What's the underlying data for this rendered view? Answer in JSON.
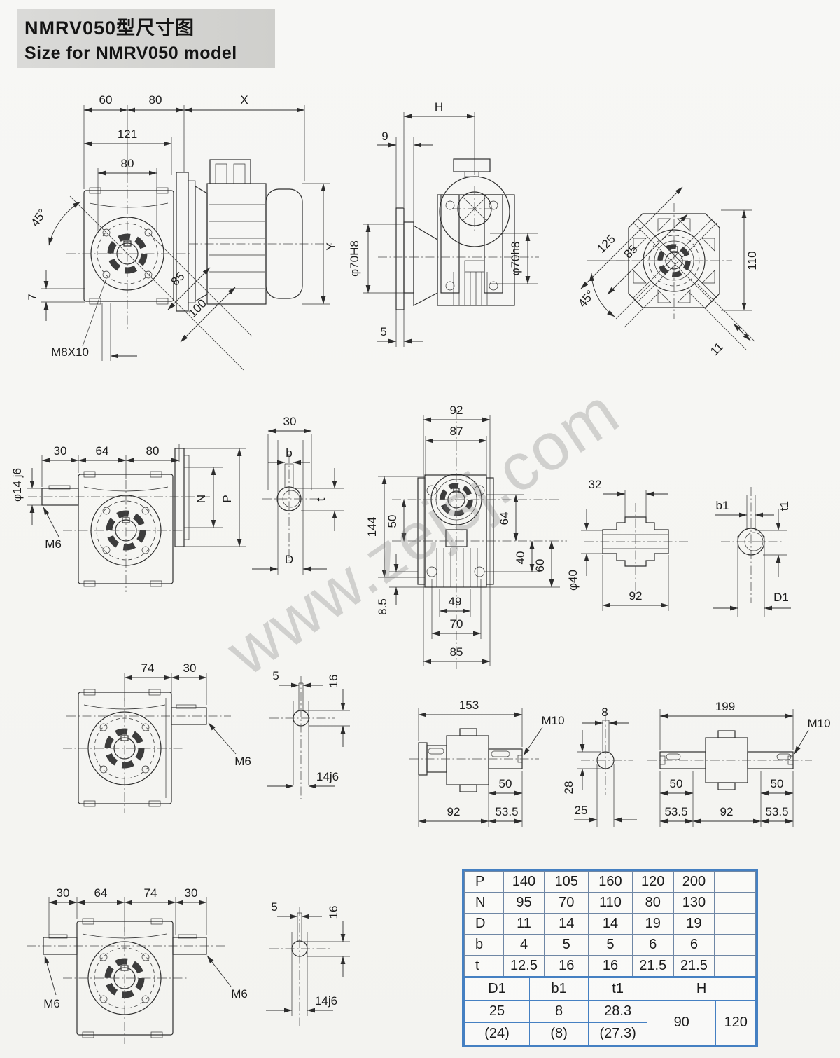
{
  "title": {
    "line1": "NMRV050型尺寸图",
    "line2": "Size for NMRV050 model"
  },
  "watermark": "www.zejsj.com",
  "colors": {
    "table_border": "#4580c2",
    "line": "#2f2f2f",
    "title_bg": "#d4d4d2"
  },
  "views": {
    "front_motor": {
      "d60": "60",
      "d80top": "80",
      "dX": "X",
      "d121": "121",
      "d80flange": "80",
      "a45": "45°",
      "d7": "7",
      "m8": "M8X10",
      "d85": "85",
      "d100": "100",
      "dY": "Y"
    },
    "side": {
      "dH": "H",
      "d9": "9",
      "d70H8": "φ70H8",
      "d70h8": "φ70h8",
      "d5": "5"
    },
    "rear": {
      "d125": "125",
      "d85": "85",
      "d110": "110",
      "a45": "45°",
      "d11": "11"
    },
    "front_input": {
      "d30": "30",
      "d64": "64",
      "d80": "80",
      "phi14": "φ14 j6",
      "m6": "M6",
      "dN": "N",
      "dP": "P"
    },
    "worm_section": {
      "d30": "30",
      "b": "b",
      "t": "t",
      "D": "D"
    },
    "face": {
      "d92": "92",
      "d87": "87",
      "d144": "144",
      "d50": "50",
      "d8_5": "8.5",
      "d64": "64",
      "d40": "40",
      "d60": "60",
      "d49": "49",
      "d70": "70",
      "d85": "85"
    },
    "hollow_shaft": {
      "d32": "32",
      "phi40": "φ40",
      "d92": "92"
    },
    "hollow_section": {
      "b1": "b1",
      "t1": "t1",
      "D1": "D1"
    },
    "front_output": {
      "d74": "74",
      "d30": "30",
      "m6": "M6"
    },
    "output_section": {
      "d5": "5",
      "d16": "16",
      "d14j6": "14j6"
    },
    "single_shaft": {
      "d153": "153",
      "m10": "M10",
      "d50": "50",
      "d92": "92",
      "d53_5": "53.5"
    },
    "shaft_section": {
      "d8": "8",
      "d28": "28",
      "d25": "25"
    },
    "double_shaft": {
      "d199": "199",
      "m10": "M10",
      "d50l": "50",
      "d50r": "50",
      "d53_5l": "53.5",
      "d92": "92",
      "d53_5r": "53.5"
    },
    "front_double": {
      "d30l": "30",
      "d64": "64",
      "d74": "74",
      "d30r": "30",
      "m6l": "M6",
      "m6r": "M6"
    },
    "output_section2": {
      "d5": "5",
      "d16": "16",
      "d14j6": "14j6"
    }
  },
  "table": {
    "upper": [
      {
        "label": "P",
        "values": [
          "140",
          "105",
          "160",
          "120",
          "200"
        ]
      },
      {
        "label": "N",
        "values": [
          "95",
          "70",
          "110",
          "80",
          "130"
        ]
      },
      {
        "label": "D",
        "values": [
          "11",
          "14",
          "14",
          "19",
          "19"
        ]
      },
      {
        "label": "b",
        "values": [
          "4",
          "5",
          "5",
          "6",
          "6"
        ]
      },
      {
        "label": "t",
        "values": [
          "12.5",
          "16",
          "16",
          "21.5",
          "21.5"
        ]
      }
    ],
    "lower_header": [
      "D1",
      "b1",
      "t1",
      "H"
    ],
    "lower_main": [
      "25",
      "8",
      "28.3"
    ],
    "lower_alt": [
      "(24)",
      "(8)",
      "(27.3)"
    ],
    "h_values": [
      "90",
      "120"
    ]
  }
}
